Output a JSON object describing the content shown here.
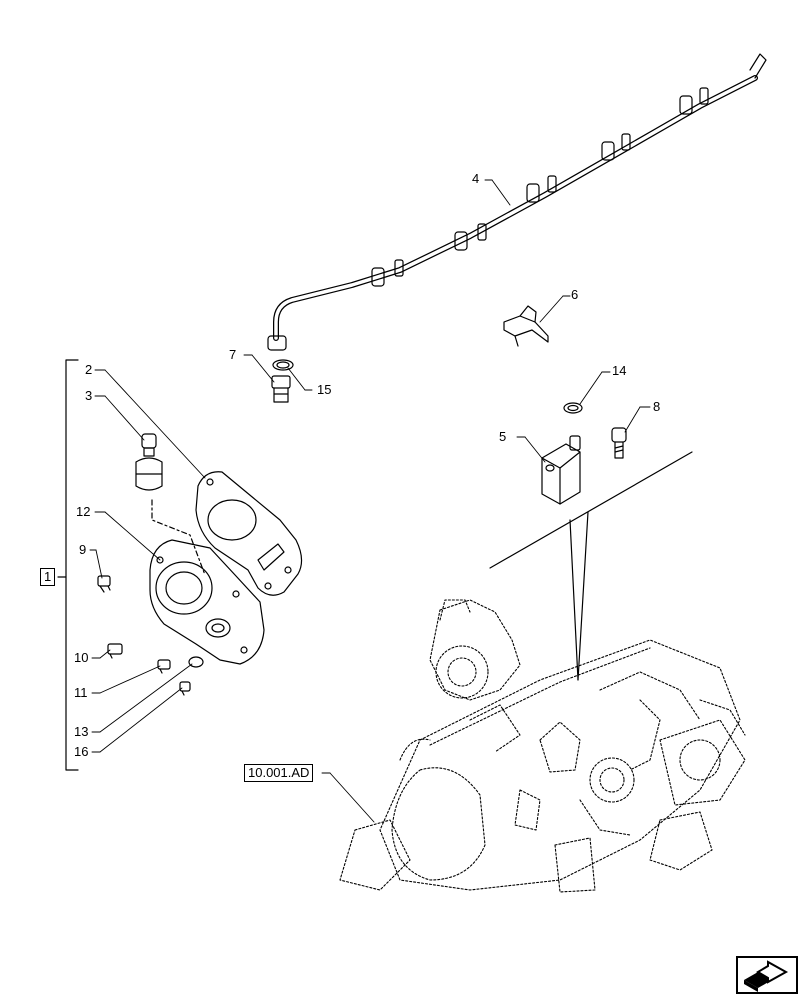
{
  "callouts": {
    "c1": "1",
    "c2": "2",
    "c3": "3",
    "c4": "4",
    "c5": "5",
    "c6": "6",
    "c7": "7",
    "c8": "8",
    "c9": "9",
    "c10": "10",
    "c11": "11",
    "c12": "12",
    "c13": "13",
    "c14": "14",
    "c15": "15",
    "c16": "16"
  },
  "reference": {
    "label": "10.001.AD"
  },
  "icons": {
    "nav": "next-page-arrow-icon"
  }
}
